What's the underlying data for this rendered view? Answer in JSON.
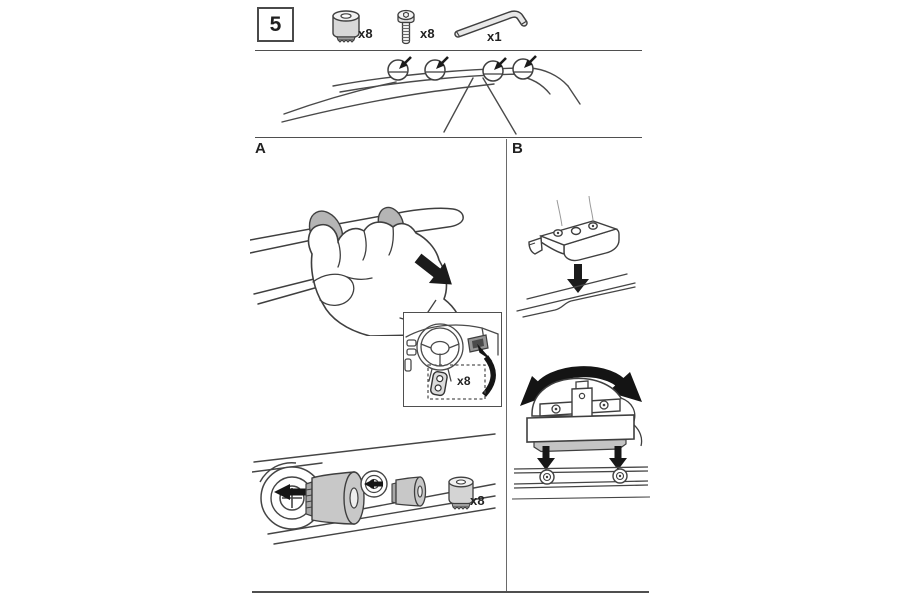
{
  "step_panel": {
    "step_number": "5",
    "parts": [
      {
        "icon": "expansion-cap-icon",
        "quantity": "x8"
      },
      {
        "icon": "torx-screw-icon",
        "quantity": "x8"
      },
      {
        "icon": "torx-key-icon",
        "quantity": "x1"
      }
    ]
  },
  "roof_overview": {
    "fixpoints": 4
  },
  "sections": {
    "a": {
      "label": "A",
      "interior_inset": {
        "quantity": "x8"
      },
      "cap_fitting": {
        "quantity": "x8"
      }
    },
    "b": {
      "label": "B"
    }
  },
  "colors": {
    "ink": "#454545",
    "arrow": "#1b1b1b",
    "part_gray": "#c6c6c6",
    "cap_gray": "#b5b5b5"
  }
}
